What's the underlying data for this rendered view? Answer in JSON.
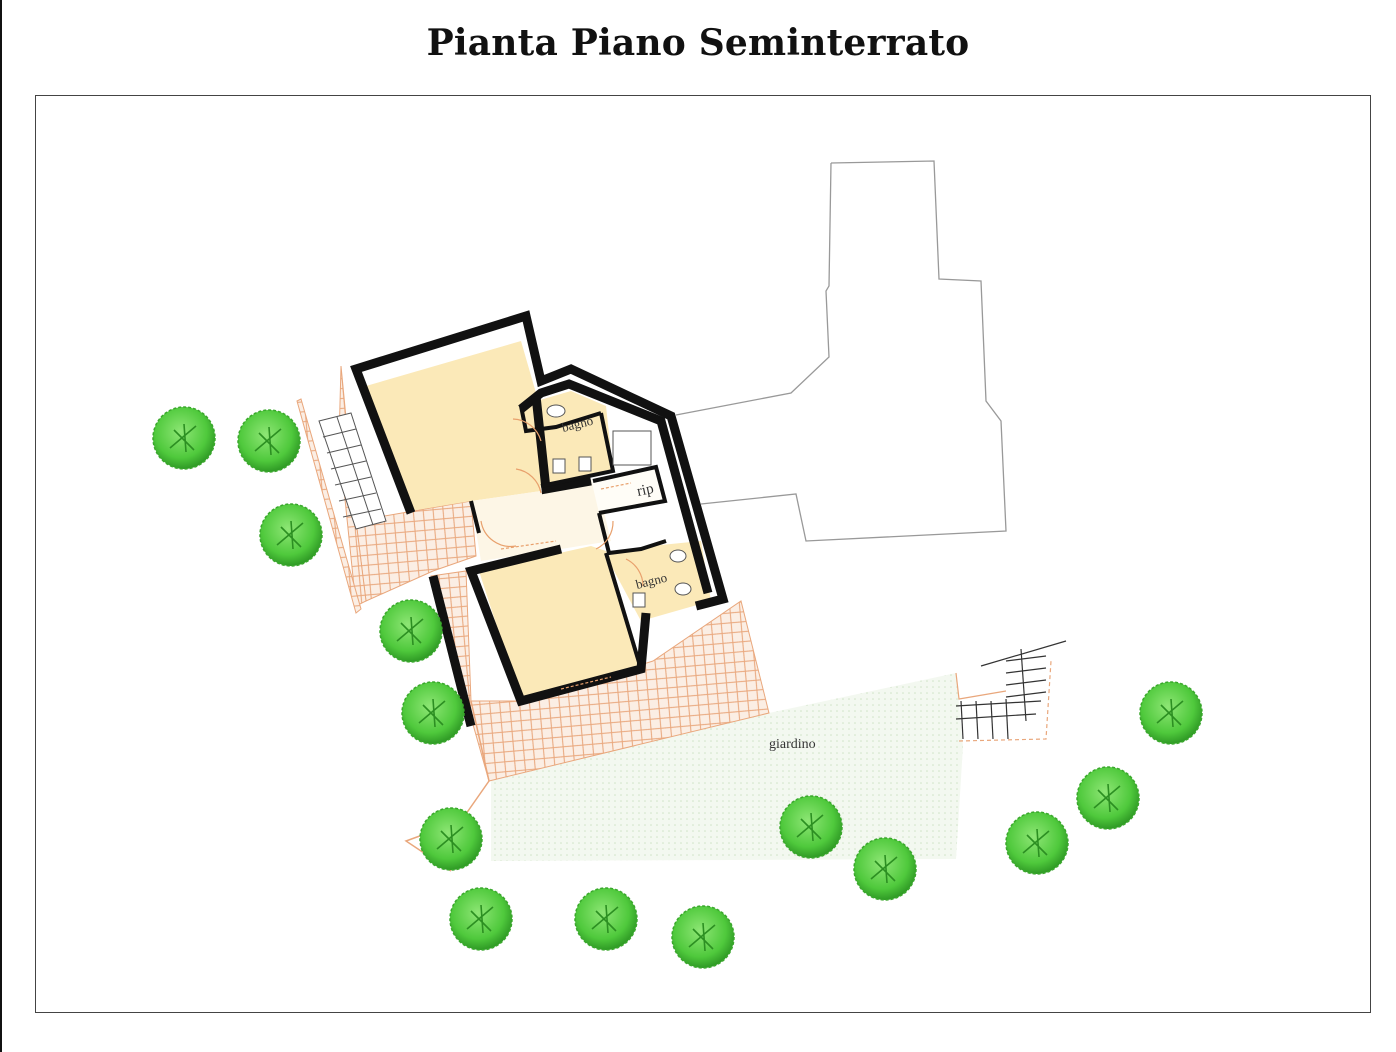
{
  "title": "Pianta Piano Seminterrato",
  "labels": {
    "bagno_upper": "bagno",
    "rip": "rip",
    "bagno_lower": "bagno",
    "giardino": "giardino"
  },
  "colors": {
    "room_fill": "#fbe9b8",
    "terrace_hatch": "#e9a77c",
    "wall": "#111111",
    "tree": "#5fd44a",
    "garden": "#eef5ea"
  }
}
